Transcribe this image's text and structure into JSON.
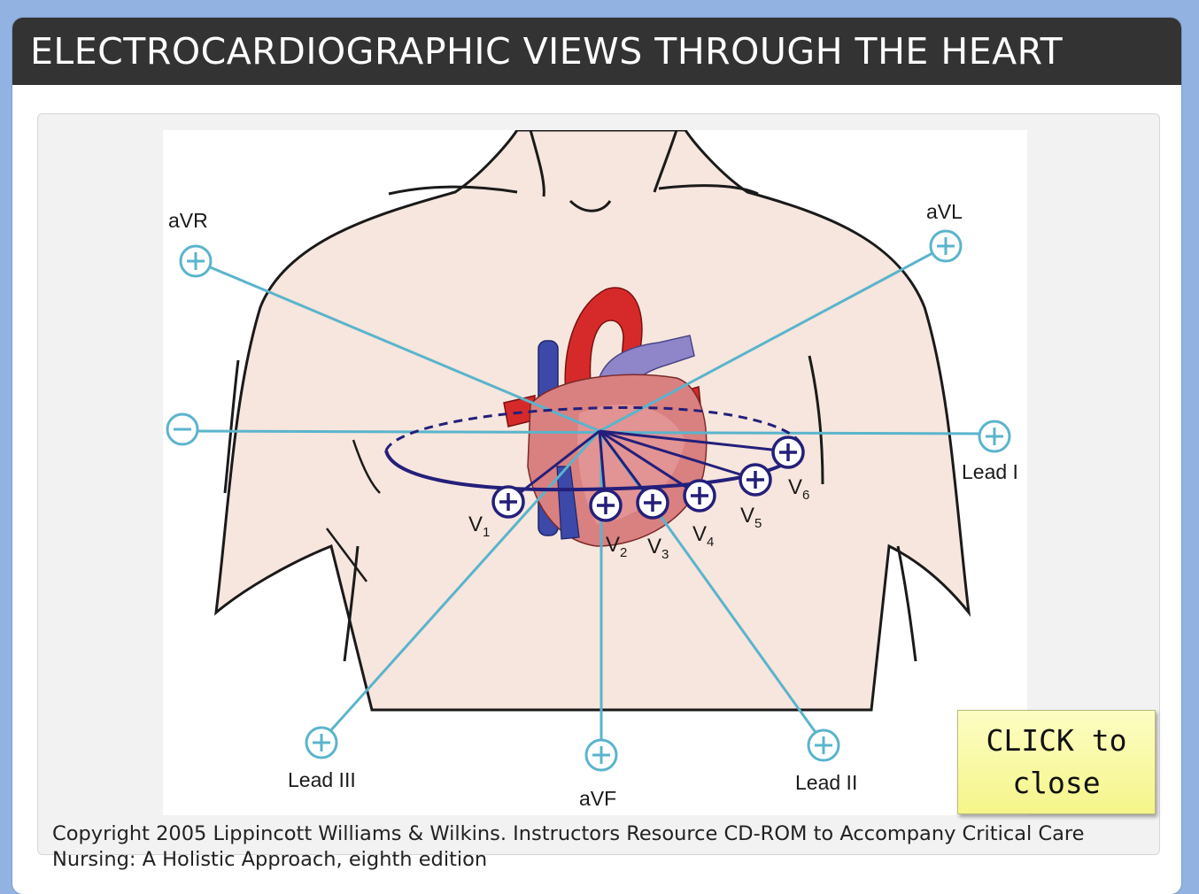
{
  "dialog": {
    "title": "ELECTROCARDIOGRAPHIC VIEWS THROUGH THE HEART",
    "close_button_line1": "CLICK to",
    "close_button_line2": "close",
    "copyright": "Copyright 2005 Lippincott Williams & Wilkins. Instructors Resource CD-ROM to Accompany Critical Care Nursing: A Holistic Approach, eighth edition"
  },
  "figure": {
    "labels": {
      "avr": "aVR",
      "avl": "aVL",
      "avf": "aVF",
      "lead1": "Lead I",
      "lead2": "Lead II",
      "lead3": "Lead III"
    },
    "precordial": [
      {
        "letter": "V",
        "sub": "1"
      },
      {
        "letter": "V",
        "sub": "2"
      },
      {
        "letter": "V",
        "sub": "3"
      },
      {
        "letter": "V",
        "sub": "4"
      },
      {
        "letter": "V",
        "sub": "5"
      },
      {
        "letter": "V",
        "sub": "6"
      }
    ],
    "colors": {
      "limb_lead": "#5ab4cc",
      "chest_lead": "#241f7a",
      "skin": "#f6e6dd",
      "aorta": "#d62a2a",
      "pulmonary": "#8f86c9",
      "vena_cava": "#3c49a8",
      "myocardium": "#d98080"
    }
  }
}
